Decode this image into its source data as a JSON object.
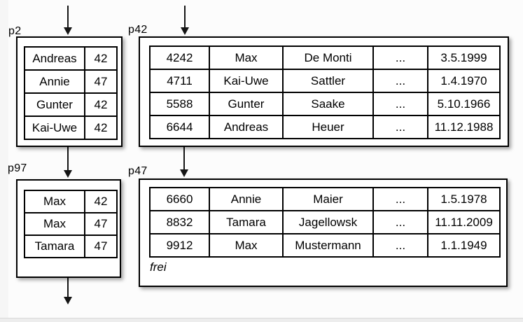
{
  "colors": {
    "ink": "#000000",
    "canvas_bg": "#fcfcfc",
    "page_bg": "#ffffff",
    "shadow": "rgba(0,0,0,0.35)"
  },
  "pages": {
    "p2": {
      "label": "p2",
      "rows": [
        [
          "Andreas",
          "42"
        ],
        [
          "Annie",
          "47"
        ],
        [
          "Gunter",
          "42"
        ],
        [
          "Kai-Uwe",
          "42"
        ]
      ]
    },
    "p42": {
      "label": "p42",
      "rows": [
        [
          "4242",
          "Max",
          "De Monti",
          "...",
          "3.5.1999"
        ],
        [
          "4711",
          "Kai-Uwe",
          "Sattler",
          "...",
          "1.4.1970"
        ],
        [
          "5588",
          "Gunter",
          "Saake",
          "...",
          "5.10.1966"
        ],
        [
          "6644",
          "Andreas",
          "Heuer",
          "...",
          "11.12.1988"
        ]
      ]
    },
    "p97": {
      "label": "p97",
      "rows": [
        [
          "Max",
          "42"
        ],
        [
          "Max",
          "47"
        ],
        [
          "Tamara",
          "47"
        ]
      ]
    },
    "p47": {
      "label": "p47",
      "rows": [
        [
          "6660",
          "Annie",
          "Maier",
          "...",
          "1.5.1978"
        ],
        [
          "8832",
          "Tamara",
          "Jagellowsk",
          "...",
          "11.11.2009"
        ],
        [
          "9912",
          "Max",
          "Mustermann",
          "...",
          "1.1.1949"
        ]
      ],
      "free_label": "frei"
    }
  }
}
